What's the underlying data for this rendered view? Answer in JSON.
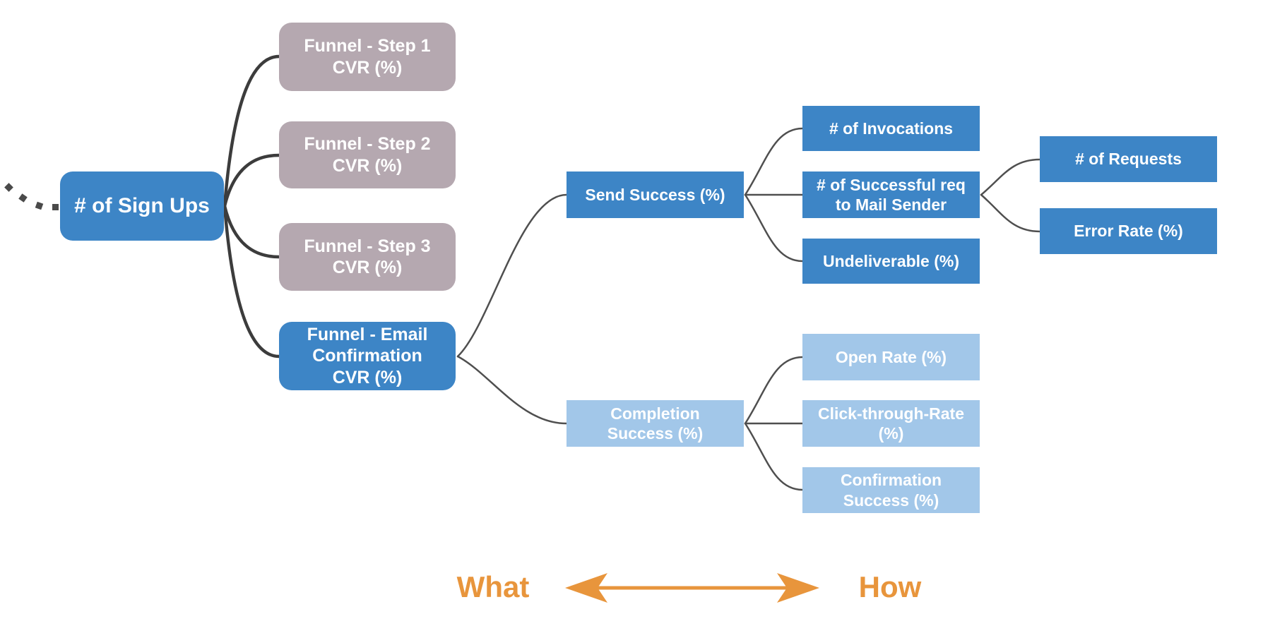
{
  "diagram": {
    "nodes": {
      "signups": {
        "label": "# of Sign Ups"
      },
      "funnel_step1": {
        "label": [
          "Funnel - Step 1",
          "CVR (%)"
        ]
      },
      "funnel_step2": {
        "label": [
          "Funnel - Step 2",
          "CVR (%)"
        ]
      },
      "funnel_step3": {
        "label": [
          "Funnel - Step 3",
          "CVR (%)"
        ]
      },
      "funnel_email": {
        "label": [
          "Funnel - Email",
          "Confirmation",
          "CVR (%)"
        ]
      },
      "send_success": {
        "label": "Send Success (%)"
      },
      "invocations": {
        "label": "# of Invocations"
      },
      "successful_req": {
        "label": [
          "# of Successful req",
          "to Mail Sender"
        ]
      },
      "undeliverable": {
        "label": "Undeliverable (%)"
      },
      "requests": {
        "label": "# of Requests"
      },
      "error_rate": {
        "label": "Error Rate (%)"
      },
      "completion": {
        "label": [
          "Completion",
          "Success (%)"
        ]
      },
      "open_rate": {
        "label": "Open Rate (%)"
      },
      "ctr": {
        "label": [
          "Click-through-Rate",
          "(%)"
        ]
      },
      "conf_success": {
        "label": [
          "Confirmation",
          "Success (%)"
        ]
      }
    },
    "axis": {
      "left_label": "What",
      "right_label": "How"
    },
    "colors": {
      "node_blue": "#3d85c6",
      "node_light_blue": "#a2c7e9",
      "node_mauve": "#b5a8b0",
      "connector": "#4f4f4f",
      "connector_dark": "#3c3c3c",
      "axis_orange": "#e8953c",
      "node_text": "#ffffff"
    }
  }
}
